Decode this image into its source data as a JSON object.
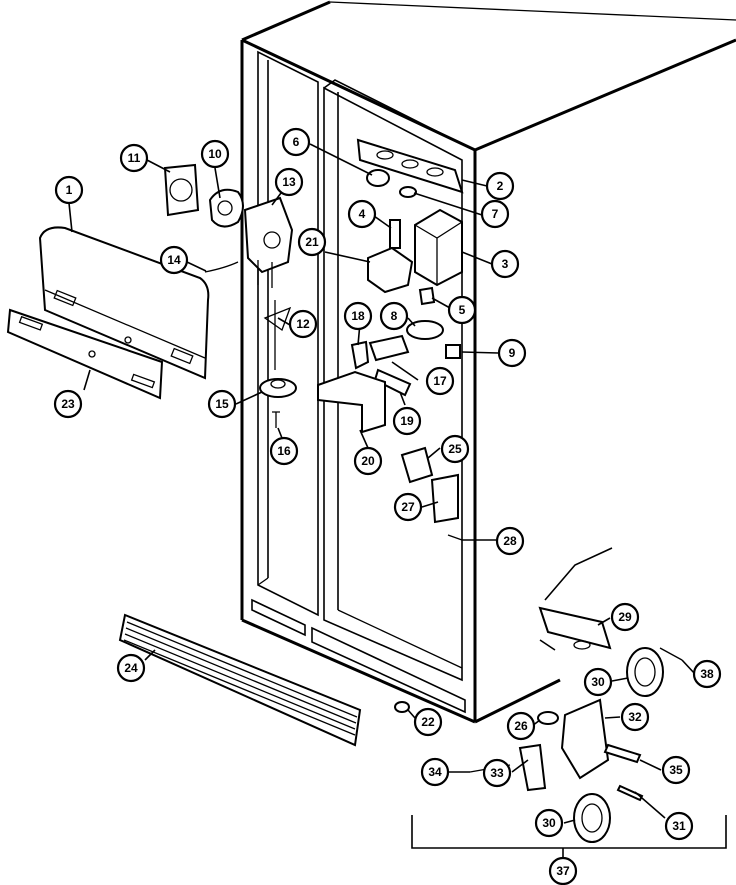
{
  "callouts": [
    {
      "id": "p1",
      "label": "1"
    },
    {
      "id": "p2",
      "label": "2"
    },
    {
      "id": "p3",
      "label": "3"
    },
    {
      "id": "p4",
      "label": "4"
    },
    {
      "id": "p5",
      "label": "5"
    },
    {
      "id": "p6",
      "label": "6"
    },
    {
      "id": "p7",
      "label": "7"
    },
    {
      "id": "p8",
      "label": "8"
    },
    {
      "id": "p9",
      "label": "9"
    },
    {
      "id": "p10",
      "label": "10"
    },
    {
      "id": "p11",
      "label": "11"
    },
    {
      "id": "p12",
      "label": "12"
    },
    {
      "id": "p13",
      "label": "13"
    },
    {
      "id": "p14",
      "label": "14"
    },
    {
      "id": "p15",
      "label": "15"
    },
    {
      "id": "p16",
      "label": "16"
    },
    {
      "id": "p17",
      "label": "17"
    },
    {
      "id": "p18",
      "label": "18"
    },
    {
      "id": "p19",
      "label": "19"
    },
    {
      "id": "p20",
      "label": "20"
    },
    {
      "id": "p21",
      "label": "21"
    },
    {
      "id": "p22",
      "label": "22"
    },
    {
      "id": "p23",
      "label": "23"
    },
    {
      "id": "p24",
      "label": "24"
    },
    {
      "id": "p25",
      "label": "25"
    },
    {
      "id": "p26",
      "label": "26"
    },
    {
      "id": "p27",
      "label": "27"
    },
    {
      "id": "p28",
      "label": "28"
    },
    {
      "id": "p29",
      "label": "29"
    },
    {
      "id": "p30a",
      "label": "30"
    },
    {
      "id": "p30b",
      "label": "30"
    },
    {
      "id": "p31",
      "label": "31"
    },
    {
      "id": "p32",
      "label": "32"
    },
    {
      "id": "p33",
      "label": "33"
    },
    {
      "id": "p34",
      "label": "34"
    },
    {
      "id": "p35",
      "label": "35"
    },
    {
      "id": "p37",
      "label": "37"
    },
    {
      "id": "p38a",
      "label": "38"
    },
    {
      "id": "p38b",
      "label": "38"
    }
  ]
}
